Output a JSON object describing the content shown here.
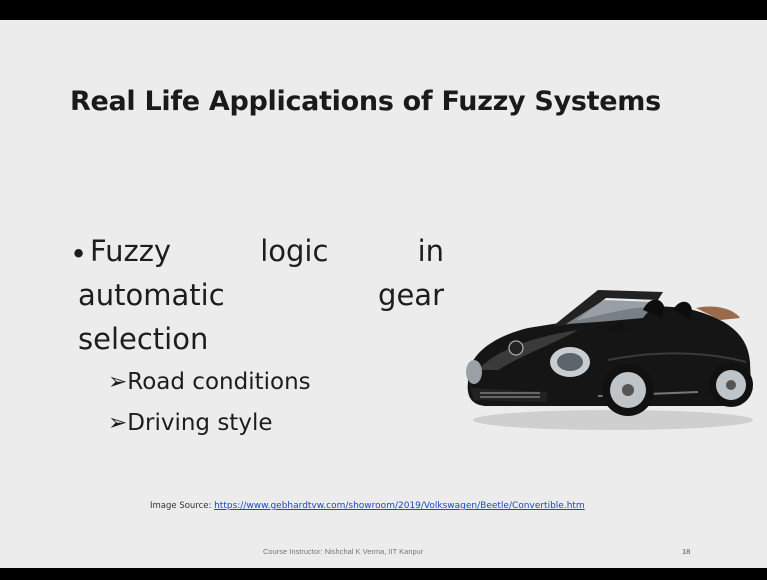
{
  "slide": {
    "title": "Real Life Applications of Fuzzy Systems",
    "bullet": {
      "line1": [
        "Fuzzy",
        "logic",
        "in"
      ],
      "line2": [
        "automatic",
        "gear"
      ],
      "line3": "selection"
    },
    "sub_items": [
      {
        "marker": "➢",
        "text": "Road conditions"
      },
      {
        "marker": "➢",
        "text": "Driving style"
      }
    ],
    "bullet_marker": "•",
    "image_source_label": "Image Source:",
    "image_source_url": "https://www.gebhardtvw.com/showroom/2019/Volkswagen/Beetle/Convertible.htm",
    "footer": "Course Instructor: Nishchal K Verma, IIT Kanpur",
    "page_number": "18",
    "image_icon": "car-image"
  }
}
